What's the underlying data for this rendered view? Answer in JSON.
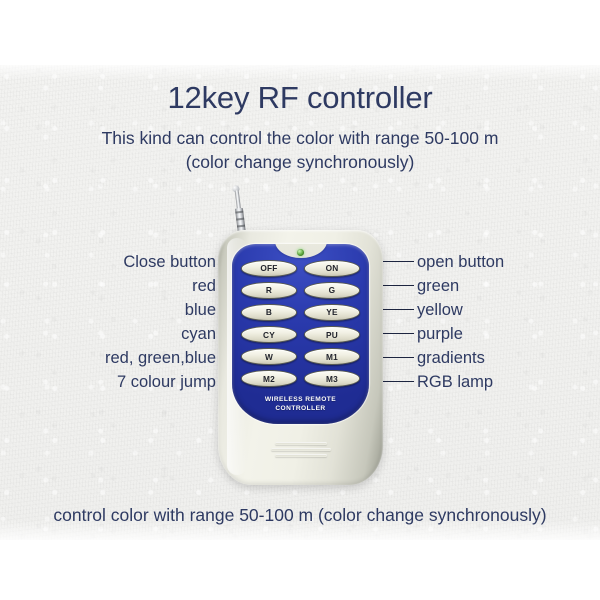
{
  "header": {
    "title": "12key RF controller",
    "subtitle_line1": "This kind can control the color with range 50-100 m",
    "subtitle_line2": "(color change synchronously)"
  },
  "footer": {
    "caption": "control color with range 50-100 m (color change synchronously)"
  },
  "device": {
    "brand_line1": "WIRELESS REMOTE",
    "brand_line2": "CONTROLLER",
    "body_color": "#f0f0e6",
    "panel_color": "#2636a8",
    "key_color": "#f0efe2",
    "led_color": "#5da83c",
    "antenna_color": "#c9ccd0",
    "keys": [
      {
        "label": "OFF",
        "left_annotation": "Close button",
        "right_annotation": "open button"
      },
      {
        "label": "ON",
        "left_annotation": "",
        "right_annotation": ""
      },
      {
        "label": "R",
        "left_annotation": "red",
        "right_annotation": "green"
      },
      {
        "label": "G",
        "left_annotation": "",
        "right_annotation": ""
      },
      {
        "label": "B",
        "left_annotation": "blue",
        "right_annotation": "yellow"
      },
      {
        "label": "YE",
        "left_annotation": "",
        "right_annotation": ""
      },
      {
        "label": "CY",
        "left_annotation": "cyan",
        "right_annotation": "purple"
      },
      {
        "label": "PU",
        "left_annotation": "",
        "right_annotation": ""
      },
      {
        "label": "W",
        "left_annotation": "red, green,blue",
        "right_annotation": "gradients"
      },
      {
        "label": "M1",
        "left_annotation": "",
        "right_annotation": ""
      },
      {
        "label": "M2",
        "left_annotation": "7 colour jump",
        "right_annotation": "RGB lamp"
      },
      {
        "label": "M3",
        "left_annotation": "",
        "right_annotation": ""
      }
    ]
  },
  "annotations": {
    "left": [
      "Close button",
      "red",
      "blue",
      "cyan",
      "red, green,blue",
      "7 colour jump"
    ],
    "right": [
      "open button",
      "green",
      "yellow",
      "purple",
      "gradients",
      "RGB lamp"
    ]
  },
  "colors": {
    "text": "#2e3a62",
    "leader_line": "#1d2540",
    "background": "#f1f1ef"
  }
}
